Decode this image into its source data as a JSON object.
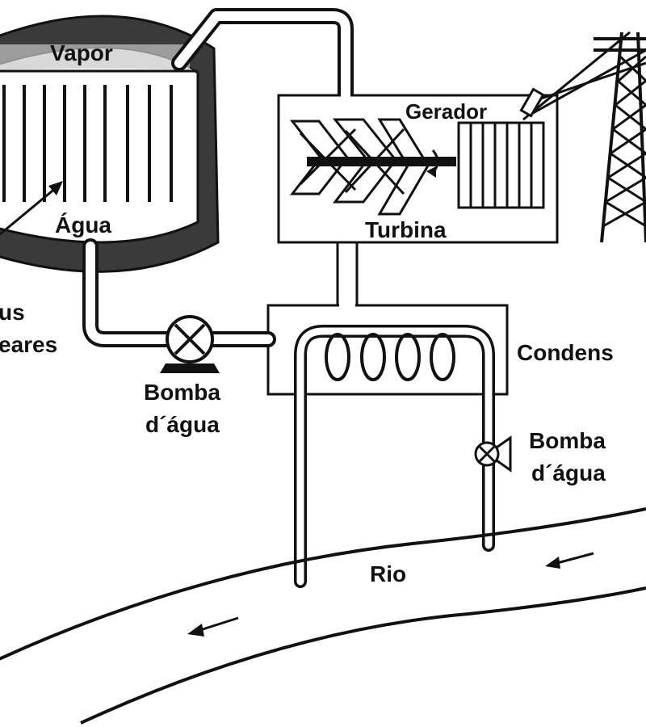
{
  "labels": {
    "vapor": "Vapor",
    "agua": "Água",
    "varetas_line1": "us",
    "varetas_line2": "eares",
    "gerador": "Gerador",
    "turbina": "Turbina",
    "condensador": "Condens",
    "bomba_agua_1_line1": "Bomba",
    "bomba_agua_1_line2": "d´água",
    "bomba_agua_2_line1": "Bomba",
    "bomba_agua_2_line2": "d´água",
    "rio": "Rio"
  },
  "colors": {
    "line": "#111111",
    "reactor_shell": "#3a3a3a",
    "background": "#ffffff"
  }
}
